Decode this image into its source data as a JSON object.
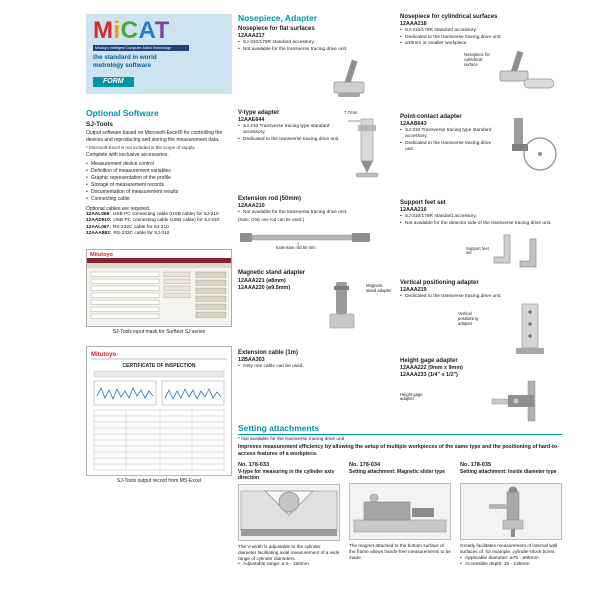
{
  "logo": {
    "letters": [
      "M",
      "i",
      "C",
      "A",
      "T"
    ],
    "subbar": "Mitutoyo Intelligent Computer Aided Technology",
    "tag1": "the standard in world",
    "tag2": "metrology software",
    "badge": "FORM"
  },
  "optional": {
    "title": "Optional Software",
    "subtitle": "SJ-Tools",
    "body": "Output software based on Microsoft-Excel® for controlling the devices and reproducing and storing the measurement data.",
    "note": "* Microsoft-Excel is not included in the scope of supply.",
    "complete": "Complete with exclusive accessories.",
    "bullets": [
      "Measurement device control",
      "Definition of measurement variables",
      "Graphic representation of the profile",
      "Storage of measurement records",
      "Documentation of measurement results",
      "Connecting cable"
    ],
    "cables_note": "Optional cables are required.",
    "cables": [
      {
        "code": "12AAL068:",
        "desc": "USB PC connecting cable (USB cable) for SJ-210"
      },
      {
        "code": "12AAD510:",
        "desc": "USB PC connecting cable (USB cable) for SJ-310"
      },
      {
        "code": "12AAL067:",
        "desc": "RS-232C cable for SJ-210"
      },
      {
        "code": "12AAA882:",
        "desc": "RS-232C cable for SJ-310"
      }
    ],
    "shot1_brand": "Mitutoyo",
    "shot1_caption": "SJ-Tools input mask for Surftest SJ series",
    "shot2_brand": "Mitutoyo",
    "shot2_title": "CERTIFICATE OF INSPECTION",
    "shot2_caption": "SJ-Tools output record from MS-Excel"
  },
  "nosepiece": {
    "title": "Nosepiece, Adapter",
    "col1": [
      {
        "title": "Nosepiece for flat surfaces",
        "codes": [
          "12AAA217"
        ],
        "bullets": [
          "SJ-310/178R standard accessory.",
          "Not available for the transverse tracing drive unit."
        ],
        "label": ""
      },
      {
        "title": "V-type adapter",
        "codes": [
          "12AAE644"
        ],
        "bullets": [
          "SJ-210 Transverse tracing type standard accessory.",
          "Dedicated to the transverse tracing drive unit."
        ],
        "label": "7.7mm"
      },
      {
        "title": "Extension rod (50mm)",
        "codes": [
          "12AAA210"
        ],
        "bullets": [
          "Not available for the transverse tracing drive unit."
        ],
        "note": "(Note: Only one rod can be used.)",
        "label": "Extension rod 50 mm"
      },
      {
        "title": "Magnetic stand adapter",
        "codes": [
          "12AAA221 (ø8mm)",
          "12AAA220 (ø9.5mm)"
        ],
        "bullets": [],
        "label": "Magnetic stand adapter"
      },
      {
        "title": "Extension cable (1m)",
        "codes": [
          "12BAA303"
        ],
        "bullets": [
          "Only one cable can be used."
        ],
        "label": ""
      }
    ],
    "col2": [
      {
        "title": "Nosepiece for cylindrical surfaces",
        "codes": [
          "12AAA218"
        ],
        "bullets": [
          "SJ-310/178R standard accessory.",
          "Dedicated to the transverse tracing drive unit.",
          "ø30mm or smaller workpiece"
        ],
        "label": "Nosepiece for cylindrical surface"
      },
      {
        "title": "Point-contact adapter",
        "codes": [
          "12AAB643"
        ],
        "bullets": [
          "SJ-310 Transverse tracing type standard accessory.",
          "Dedicated to the transverse tracing drive unit."
        ],
        "label": ""
      },
      {
        "title": "Support feet set",
        "codes": [
          "12AAA216"
        ],
        "bullets": [
          "SJ-310/178R standard accessory.",
          "Not available for the detector side of the transverse tracing drive unit."
        ],
        "label": "Support feet set"
      },
      {
        "title": "Vertical positioning adapter",
        "codes": [
          "12AAA219"
        ],
        "bullets": [
          "Dedicated to the transverse tracing drive unit."
        ],
        "label": "Vertical positioning adapter"
      },
      {
        "title": "Height gage adapter",
        "codes": [
          "12AAA222 (9mm x 9mm)",
          "12AAA233 (1/4\" x 1/2\")"
        ],
        "bullets": [],
        "label": "Height gage adapter"
      }
    ]
  },
  "setting": {
    "title": "Setting attachments",
    "note": "* Not available for the transverse tracing drive unit",
    "intro": "Improves measurement efficiency by allowing the setup of multiple workpieces of the same type and the positioning of hard-to-access features of a workpiece.",
    "items": [
      {
        "no": "No. 178-033",
        "name": "V-type for measuring in the cylinder axis direction",
        "caption": "The V-width is adjustable to the cylinder diameter facilitating axial measurement of a wide range of cylinder diameters.",
        "bullets": [
          "Adjustable range: ø 5 - 150mm"
        ]
      },
      {
        "no": "No. 178-034",
        "name": "Setting attachment: Magnetic slider type",
        "caption": "The magnet attached to the bottom surface of the frame allows hands-free measurements to be made.",
        "bullets": []
      },
      {
        "no": "No. 178-035",
        "name": "Setting attachment: Inside diameter type",
        "caption": "Greatly facilitates measurement of internal wall surfaces of, for example, cylinder-block bores.",
        "bullets": [
          "Applicable diameter: ø75 - ø95mm",
          "Accessible depth: 30 - 135mm"
        ]
      }
    ]
  }
}
